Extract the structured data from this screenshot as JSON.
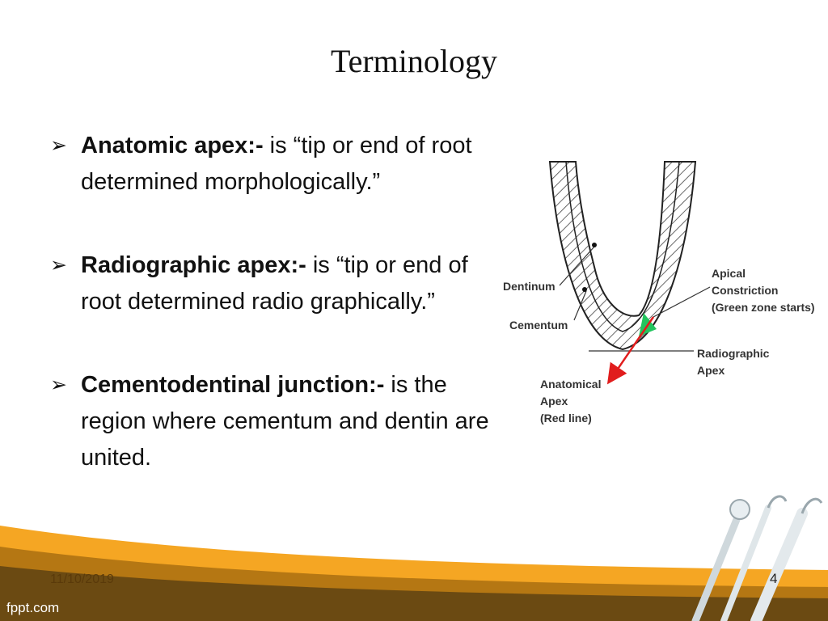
{
  "slide": {
    "title": "Terminology",
    "bullets": [
      {
        "term": "Anatomic apex:-",
        "text": " is “tip or end of root determined morphologically.”"
      },
      {
        "term": "Radiographic apex:-",
        "text": " is “tip or end of root determined radio graphically.”"
      },
      {
        "term": "Cementodentinal junction:-",
        "text": " is the region where cementum and dentin are united."
      }
    ]
  },
  "diagram": {
    "labels": {
      "dentinum": "Dentinum",
      "cementum": "Cementum",
      "apical_1": "Apical",
      "apical_2": "Constriction",
      "apical_3": "(Green zone starts)",
      "radiographic_1": "Radiographic",
      "radiographic_2": "Apex",
      "anatomical_1": "Anatomical",
      "anatomical_2": "Apex",
      "anatomical_3": "(Red line)"
    },
    "colors": {
      "constriction": "#22c55e",
      "anatomical_arrow": "#e11d1d"
    }
  },
  "footer": {
    "date": "11/10/2019",
    "page_number": "4",
    "brand": "fppt.com"
  },
  "theme": {
    "band_orange": "#f5a623",
    "band_brown": "#6b4a12"
  }
}
